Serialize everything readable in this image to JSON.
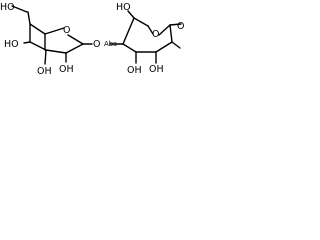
{
  "labels": {
    "ho": "HO",
    "oh": "OH",
    "o": "O",
    "abs": "Abs"
  }
}
